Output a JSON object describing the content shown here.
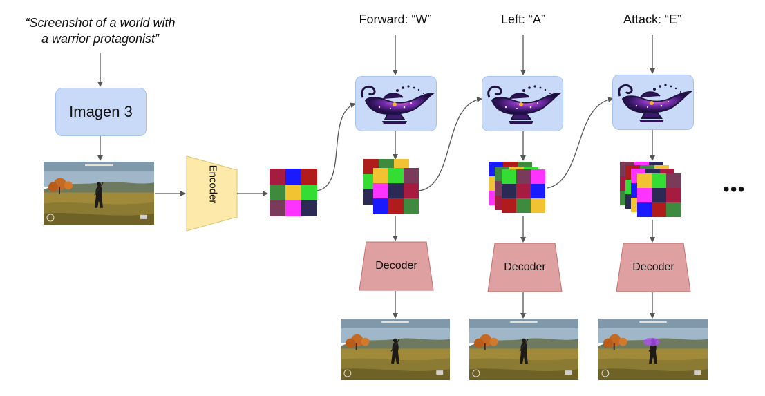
{
  "prompt_lines": [
    "“Screenshot of a world with",
    "a warrior protagonist”"
  ],
  "imagen_label": "Imagen 3",
  "encoder_label": "Encoder",
  "actions": [
    "Forward: “W”",
    "Left: “A”",
    "Attack: “E”"
  ],
  "decoder_label": "Decoder",
  "ellipsis": "•••",
  "latent_colors": [
    "#a61c40",
    "#1a1aff",
    "#b01c1c",
    "#3e8a3e",
    "#f1c232",
    "#33dd33",
    "#7a3a5a",
    "#ff33ff",
    "#2a2a55"
  ],
  "colors": {
    "box_fill": "#c9daf8",
    "encoder_fill": "#fde9a9",
    "decoder_fill": "#dea0a0",
    "arrow": "#555555"
  },
  "icons": {
    "genie": "magic-lamp-icon",
    "frame": "game-screenshot"
  }
}
